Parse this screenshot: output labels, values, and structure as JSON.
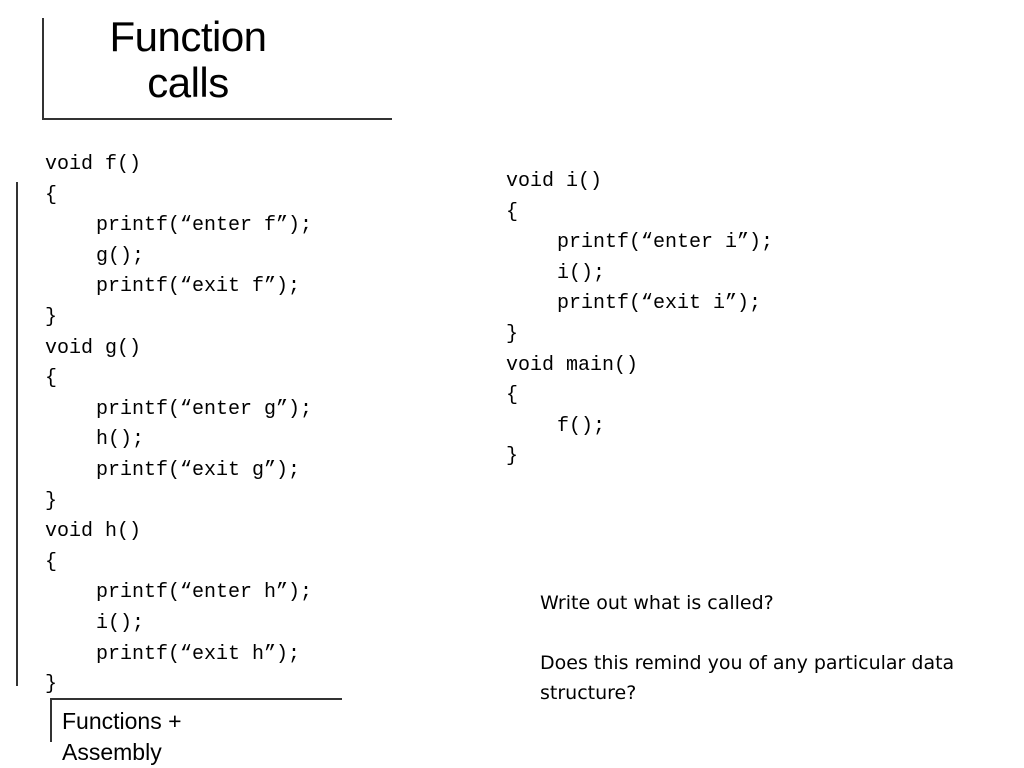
{
  "slide": {
    "title_lines": [
      "Function",
      "calls"
    ],
    "code_left": [
      {
        "text": "void f()",
        "indent": 0
      },
      {
        "text": "{",
        "indent": 0
      },
      {
        "text": "printf(“enter f”);",
        "indent": 1
      },
      {
        "text": "g();",
        "indent": 1
      },
      {
        "text": "printf(“exit f”);",
        "indent": 1
      },
      {
        "text": "}",
        "indent": 0
      },
      {
        "text": "void g()",
        "indent": 0
      },
      {
        "text": "{",
        "indent": 0
      },
      {
        "text": "printf(“enter g”);",
        "indent": 1
      },
      {
        "text": "h();",
        "indent": 1
      },
      {
        "text": "printf(“exit g”);",
        "indent": 1
      },
      {
        "text": "}",
        "indent": 0
      },
      {
        "text": "void h()",
        "indent": 0
      },
      {
        "text": "{",
        "indent": 0
      },
      {
        "text": "printf(“enter h”);",
        "indent": 1
      },
      {
        "text": "i();",
        "indent": 1
      },
      {
        "text": "printf(“exit h”);",
        "indent": 1
      },
      {
        "text": "}",
        "indent": 0
      }
    ],
    "code_right": [
      {
        "text": "void i()",
        "indent": 0
      },
      {
        "text": "{",
        "indent": 0
      },
      {
        "text": "printf(“enter i”);",
        "indent": 1
      },
      {
        "text": "i();",
        "indent": 1
      },
      {
        "text": "printf(“exit i”);",
        "indent": 1
      },
      {
        "text": "}",
        "indent": 0
      },
      {
        "text": "void main()",
        "indent": 0
      },
      {
        "text": "{",
        "indent": 0
      },
      {
        "text": "f();",
        "indent": 1
      },
      {
        "text": "}",
        "indent": 0
      }
    ],
    "questions": [
      "Write out what is called?",
      "Does this remind you of any particular data structure?"
    ],
    "footer_lines": [
      "Functions +",
      "Assembly"
    ]
  }
}
